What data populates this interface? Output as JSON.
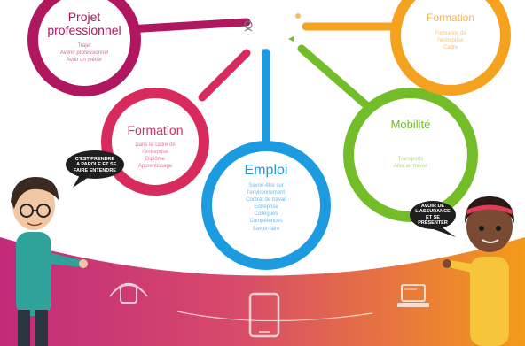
{
  "colors": {
    "projet": "#b0175f",
    "formation": "#d82a5c",
    "emploi": "#1d9be0",
    "mobilite": "#72bd28",
    "orange": "#f5a21f",
    "band_left": "#c22a7a",
    "band_right": "#f39b1a"
  },
  "nodes": {
    "projet": {
      "title_line1": "Projet",
      "title_line2": "professionnel",
      "desc_lines": [
        "Trajet",
        "Avenir professionnel",
        "Avoir un métier"
      ]
    },
    "formation": {
      "title": "Formation",
      "desc_lines": [
        "Dans le cadre de",
        "l'entreprise",
        "Diplôme",
        "Apprentissage"
      ]
    },
    "emploi": {
      "title": "Emploi",
      "desc_lines": [
        "Savoir-être sur",
        "l'environnement",
        "Contrat de travail",
        "Entreprise",
        "Collègues",
        "Compétences",
        "Savoir-faire"
      ]
    },
    "mobilite": {
      "title": "Mobilité",
      "desc_lines": [
        "Transports",
        "Aller au travail"
      ]
    },
    "orange": {
      "title": "Formation",
      "desc_lines": [
        "Formation de",
        "l'entreprise",
        "Cadre"
      ]
    }
  },
  "speech": {
    "left": [
      "C'EST PRENDRE",
      "LA PAROLE ET SE",
      "FAIRE ENTENDRE"
    ],
    "right": [
      "AVOIR DE",
      "L'ASSURANCE",
      "ET SE",
      "PRÉSENTER"
    ]
  },
  "characters": {
    "left": "boy-with-glasses",
    "right": "girl-with-headband"
  },
  "icons": [
    "wifi-icon",
    "tablet-icon",
    "computer-icon",
    "hub-icon"
  ]
}
